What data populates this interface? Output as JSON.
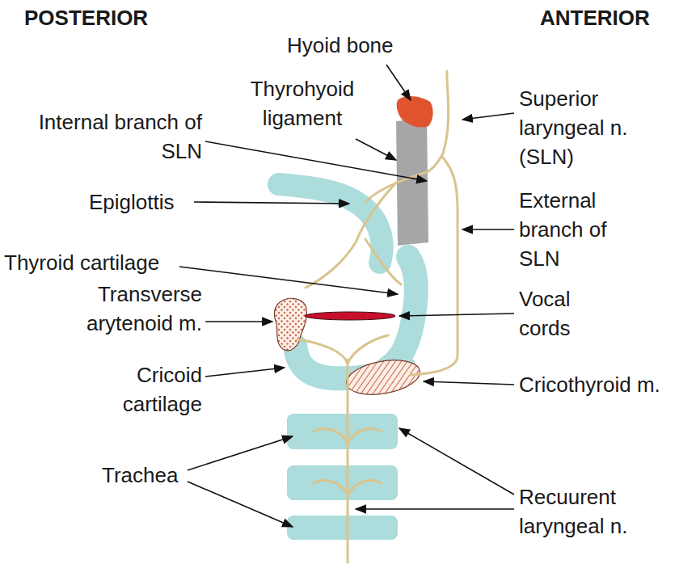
{
  "diagram": {
    "labels": [
      "POSTERIOR",
      "ANTERIOR",
      "Hyoid bone",
      "Thyrohyoid ligament",
      "Internal branch of SLN",
      "Epiglottis",
      "Thyroid cartilage",
      "Transverse arytenoid m.",
      "Cricoid cartilage",
      "Trachea",
      "Superior laryngeal n. (SLN)",
      "External branch of SLN",
      "Vocal cords",
      "Cricothyroid m.",
      "Recuurent laryngeal n."
    ]
  }
}
